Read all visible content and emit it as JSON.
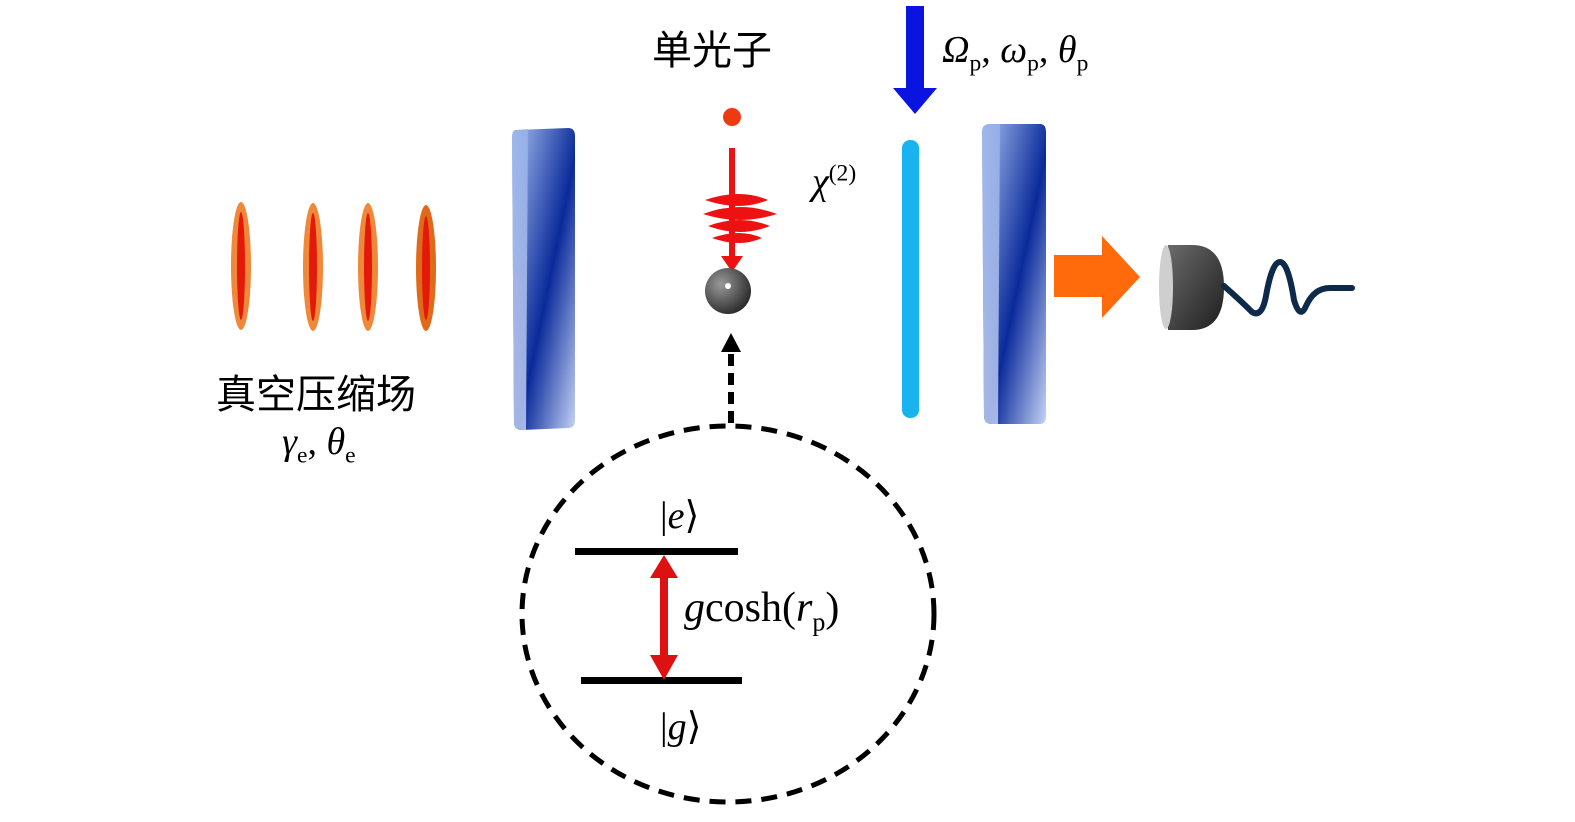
{
  "labels": {
    "squeezed_field": "真空压缩场",
    "squeezed_params": {
      "gamma": "γ",
      "gamma_sub": "e",
      "sep": ", ",
      "theta": "θ",
      "theta_sub": "e"
    },
    "single_photon": "单光子",
    "pump_params": {
      "omega_cap": "Ω",
      "omega_cap_sub": "p",
      "omega": "ω",
      "omega_sub": "p",
      "theta": "θ",
      "theta_sub": "p",
      "sep": ", "
    },
    "chi": "χ",
    "chi_sup": "(2)",
    "excited_state": {
      "open": "|",
      "sym": "e",
      "close": "⟩"
    },
    "ground_state": {
      "open": "|",
      "sym": "g",
      "close": "⟩"
    },
    "coupling": {
      "g": "g",
      "func": "cosh(",
      "r": "r",
      "r_sub": "p",
      "close": ")"
    }
  },
  "colors": {
    "pulse_outer": "#f0883a",
    "pulse_inner": "#e31a0a",
    "mirror_light": "#a8c0ee",
    "mirror_dark": "#0a2a9a",
    "pump_arrow": "#0a14e0",
    "crystal": "#18b4f0",
    "photon_red": "#ee1111",
    "output_arrow": "#ff6a0a",
    "detector": "#3a3a3a",
    "cable": "#0e2a4a",
    "transition_arrow": "#dd1111"
  }
}
